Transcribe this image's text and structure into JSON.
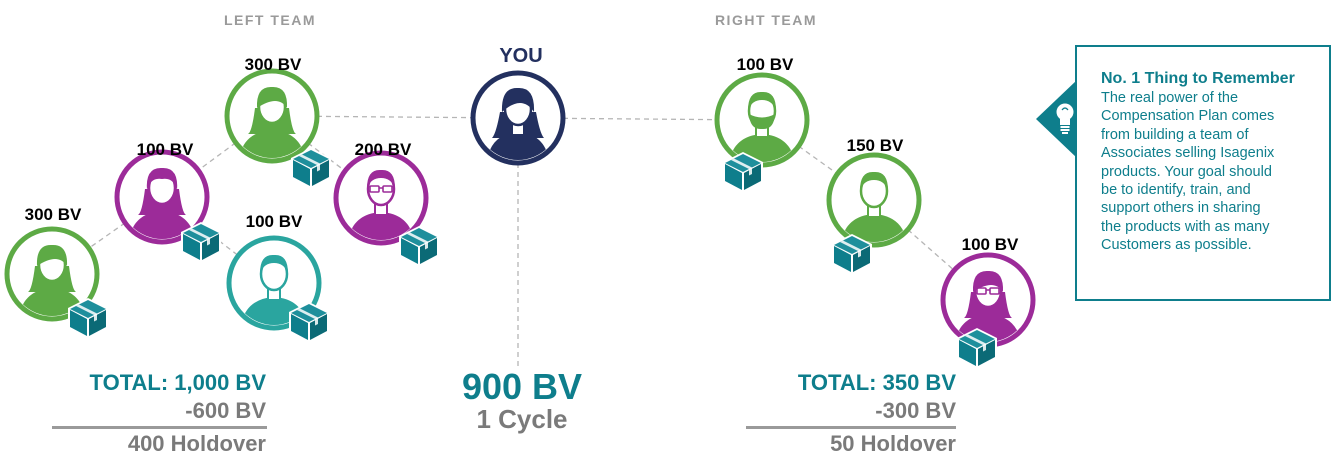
{
  "colors": {
    "teal": "#0e7e8c",
    "green": "#5daa45",
    "purple": "#9c2b99",
    "aqua": "#2aa59f",
    "navy": "#23305f",
    "gray": "#9a9a9a"
  },
  "labels": {
    "left_team": "LEFT TEAM",
    "right_team": "RIGHT TEAM",
    "you": "YOU"
  },
  "nodes": [
    {
      "id": "left-300-top",
      "bv": "300 BV",
      "color": "#5daa45",
      "bv_color": "#0e7e8c",
      "gender": "female"
    },
    {
      "id": "left-100-upper",
      "bv": "100 BV",
      "color": "#9c2b99",
      "bv_color": "#0e7e8c",
      "gender": "female-short"
    },
    {
      "id": "left-200",
      "bv": "200 BV",
      "color": "#9c2b99",
      "bv_color": "#0e7e8c",
      "gender": "male-glasses"
    },
    {
      "id": "left-300-bottom",
      "bv": "300 BV",
      "color": "#5daa45",
      "bv_color": "#0e7e8c",
      "gender": "female"
    },
    {
      "id": "left-100-lower",
      "bv": "100 BV",
      "color": "#2aa59f",
      "bv_color": "#0e7e8c",
      "gender": "male"
    },
    {
      "id": "right-100-top",
      "bv": "100 BV",
      "color": "#5daa45",
      "bv_color": "#0e7e8c",
      "gender": "male-beard"
    },
    {
      "id": "right-150",
      "bv": "150 BV",
      "color": "#5daa45",
      "bv_color": "#0e7e8c",
      "gender": "male"
    },
    {
      "id": "right-100-bottom",
      "bv": "100 BV",
      "color": "#9c2b99",
      "bv_color": "#0e7e8c",
      "gender": "female-glasses"
    }
  ],
  "left_summary": {
    "total": "TOTAL: 1,000 BV",
    "minus": "-600 BV",
    "holdover": "400 Holdover"
  },
  "right_summary": {
    "total": "TOTAL: 350 BV",
    "minus": "-300 BV",
    "holdover": "50 Holdover"
  },
  "center_summary": {
    "bv": "900 BV",
    "cycle": "1 Cycle"
  },
  "callout": {
    "title": "No. 1 Thing to Remember",
    "lines": [
      "The real power of the",
      "Compensation Plan comes",
      "from building a team of",
      "Associates selling Isagenix",
      "products. Your goal should",
      "be to identify, train, and",
      "support others in sharing",
      "the products with as many",
      "Customers as possible."
    ]
  }
}
